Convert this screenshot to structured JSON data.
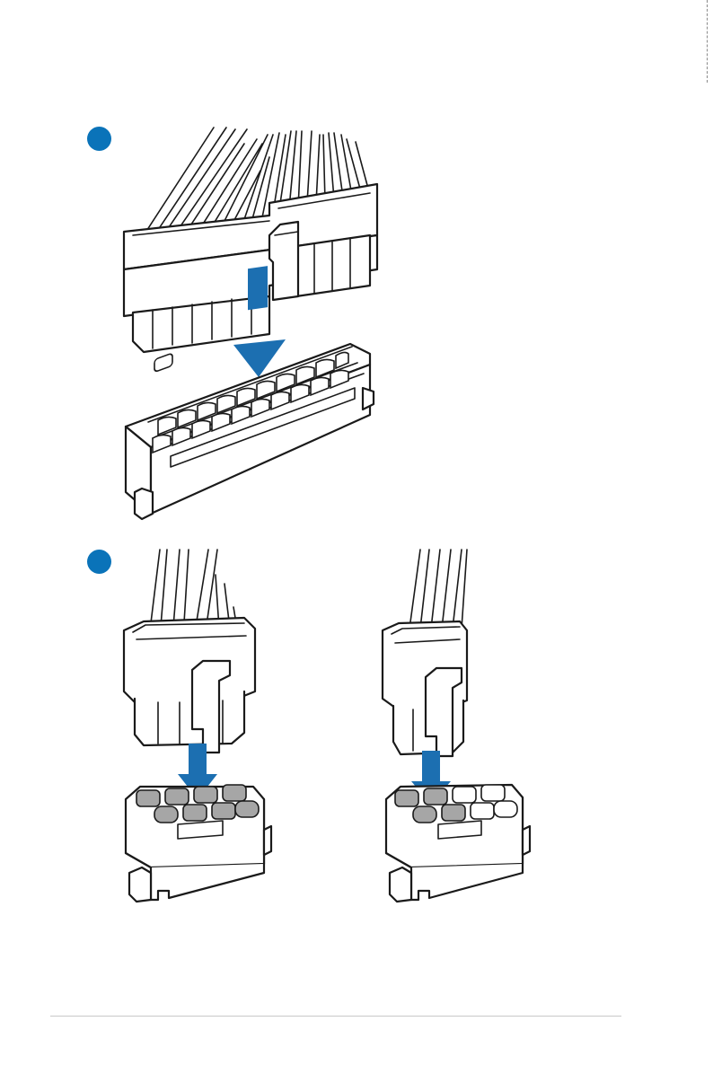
{
  "page": {
    "accent_color": "#0a73b9",
    "arrow_color": "#1c6fb1"
  },
  "steps": [
    {
      "marker": "step-1",
      "figure": "atx-24pin-connector"
    },
    {
      "marker": "step-2",
      "figures": [
        "eps-8pin-connector",
        "eps-4pin-connector"
      ]
    }
  ]
}
